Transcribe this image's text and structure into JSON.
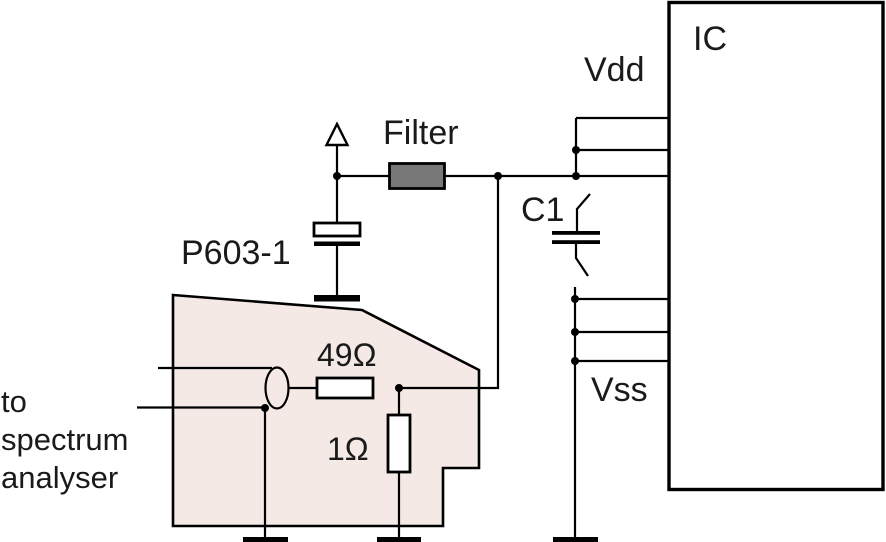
{
  "figure": {
    "type": "circuit-diagram",
    "description_visible_text_only": true
  },
  "labels": {
    "ic": "IC",
    "vdd": "Vdd",
    "vss": "Vss",
    "c1": "C1",
    "filter": "Filter",
    "probe": "P603-1",
    "series_resistor": "49Ω",
    "shunt_resistor": "1Ω",
    "left_note": {
      "lines": [
        "to",
        "spectrum",
        "analyser"
      ]
    }
  },
  "colors": {
    "wire": "#000000",
    "probe_body_fill": "#f5e9e6",
    "probe_body_stroke": "#000000",
    "filter_fill": "#787878",
    "component_fill": "#ffffff",
    "background": "#ffffff"
  }
}
